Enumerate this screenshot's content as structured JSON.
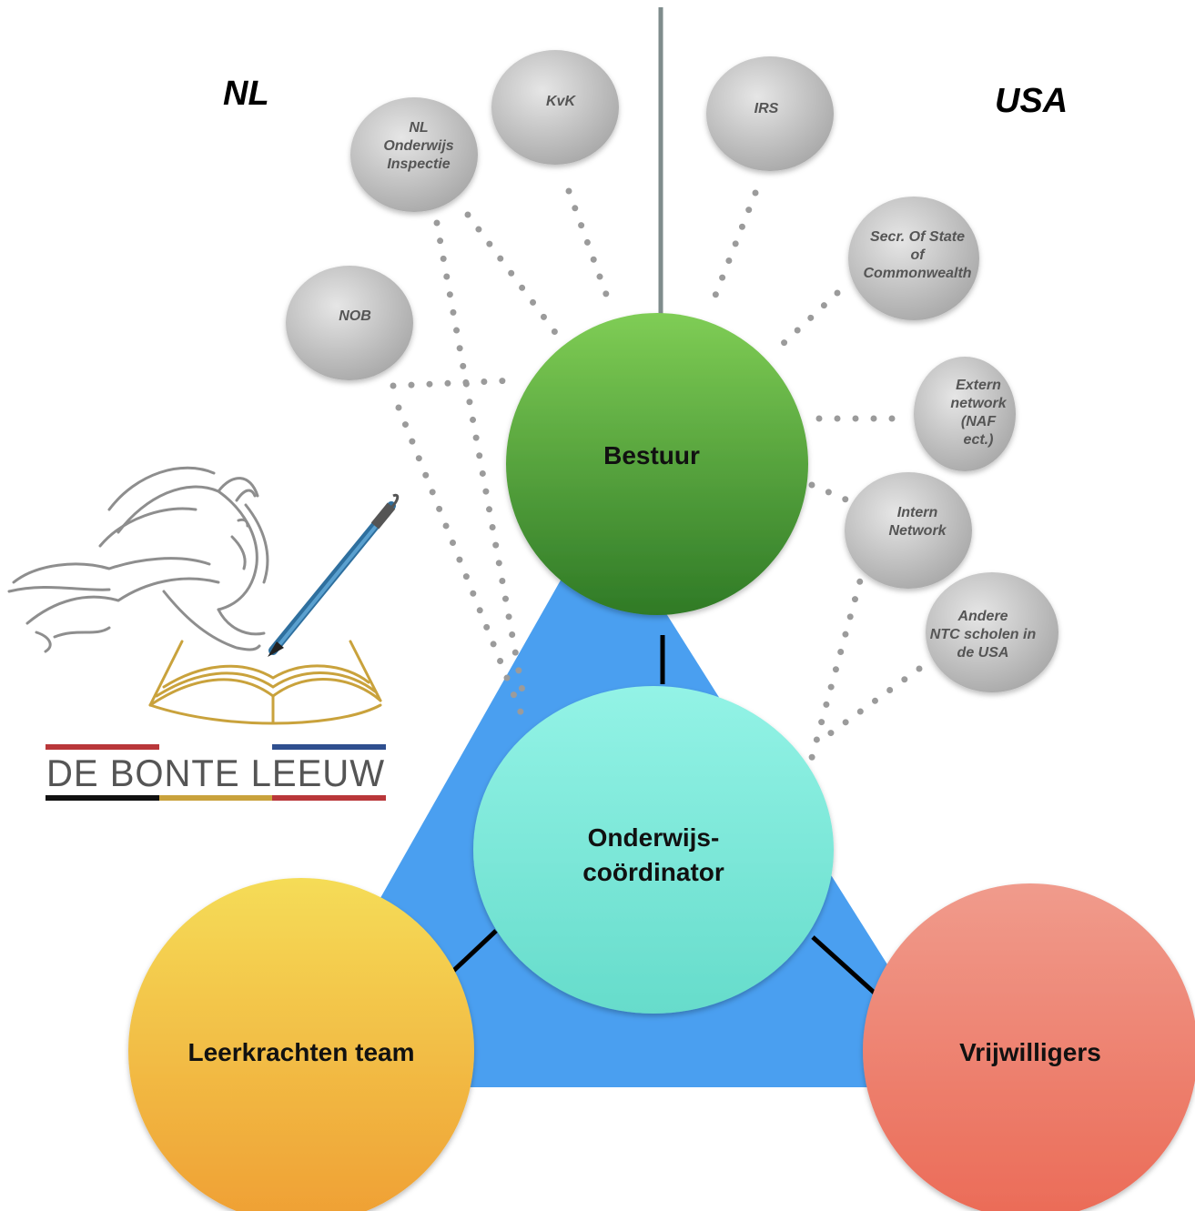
{
  "regions": {
    "left": "NL",
    "right": "USA"
  },
  "core": {
    "board": "Bestuur",
    "coordinator": [
      "Onderwijs-",
      "coördinator"
    ],
    "teachers": "Leerkrachten team",
    "volunteers": "Vrijwilligers"
  },
  "nl_bodies": [
    {
      "id": "nob",
      "lines": [
        "NOB"
      ]
    },
    {
      "id": "inspectie",
      "lines": [
        "NL",
        "Onderwijs",
        "Inspectie"
      ]
    },
    {
      "id": "kvk",
      "lines": [
        "KvK"
      ]
    }
  ],
  "usa_bodies": [
    {
      "id": "irs",
      "lines": [
        "IRS"
      ]
    },
    {
      "id": "secretary",
      "lines": [
        "Secr. Of State",
        "of",
        "Commonwealth"
      ]
    },
    {
      "id": "extern",
      "lines": [
        "Extern",
        "network",
        "(NAF",
        "ect.)"
      ]
    },
    {
      "id": "intern",
      "lines": [
        "Intern",
        "Network"
      ]
    },
    {
      "id": "ntc",
      "lines": [
        "Andere",
        "NTC scholen in",
        "de USA"
      ]
    }
  ],
  "logo": {
    "text": "DE BONTE LEEUW",
    "stripe_colors": [
      "#111111",
      "#c9a23c",
      "#b9373a",
      "#2f4f8f"
    ]
  },
  "colors": {
    "triangle": "#4a9ff0",
    "board": "#4a9a3a",
    "coordinator": "#7fe8d8",
    "teachers": "#f2b83c",
    "volunteers": "#ee7d6c",
    "bubble": "#bdbdbd"
  }
}
